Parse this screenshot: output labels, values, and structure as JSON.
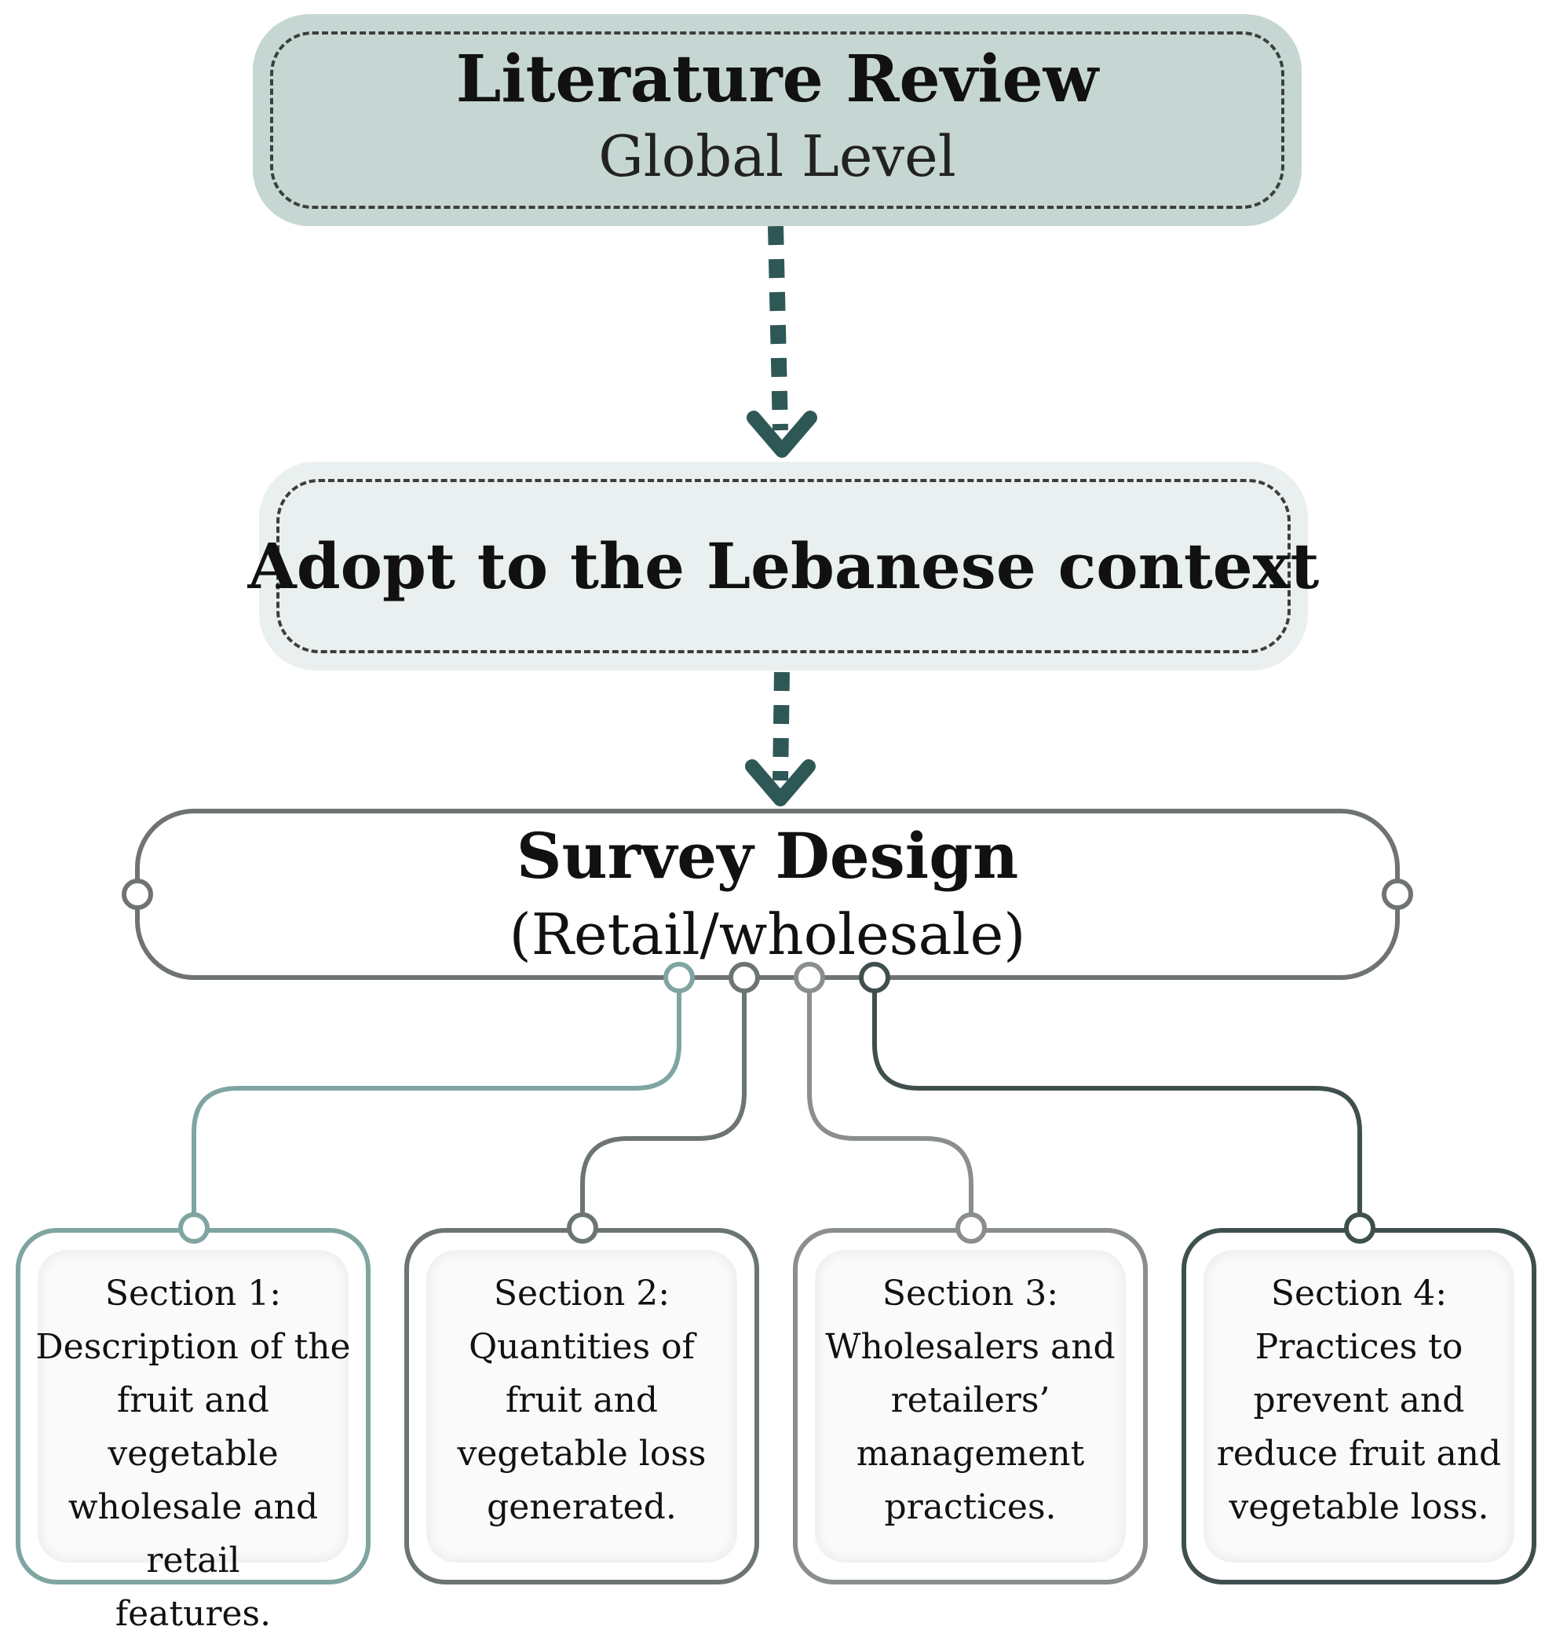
{
  "literature_review": {
    "title": "Literature Review",
    "subtitle": "Global Level"
  },
  "adopt": {
    "title": "Adopt to the Lebanese context"
  },
  "survey": {
    "title": "Survey Design",
    "subtitle": "(Retail/wholesale)"
  },
  "sections": [
    {
      "heading": "Section 1:",
      "lines": [
        "Description of the",
        "fruit and vegetable",
        "wholesale and retail",
        "features."
      ],
      "color": "#7fa5a1"
    },
    {
      "heading": "Section 2:",
      "lines": [
        "Quantities of",
        "fruit and",
        "vegetable loss",
        "generated."
      ],
      "color": "#6d7572"
    },
    {
      "heading": "Section 3:",
      "lines": [
        "Wholesalers and",
        "retailers’",
        "management",
        "practices."
      ],
      "color": "#8a8f8d"
    },
    {
      "heading": "Section 4:",
      "lines": [
        "Practices to",
        "prevent and",
        "reduce fruit and",
        "vegetable loss."
      ],
      "color": "#3e4f4e"
    }
  ],
  "colors": {
    "arrow": "#2e5856",
    "literature_fill": "#c6d6d3",
    "adopt_fill": "#eaf0ef",
    "survey_border": "#6f7472"
  }
}
